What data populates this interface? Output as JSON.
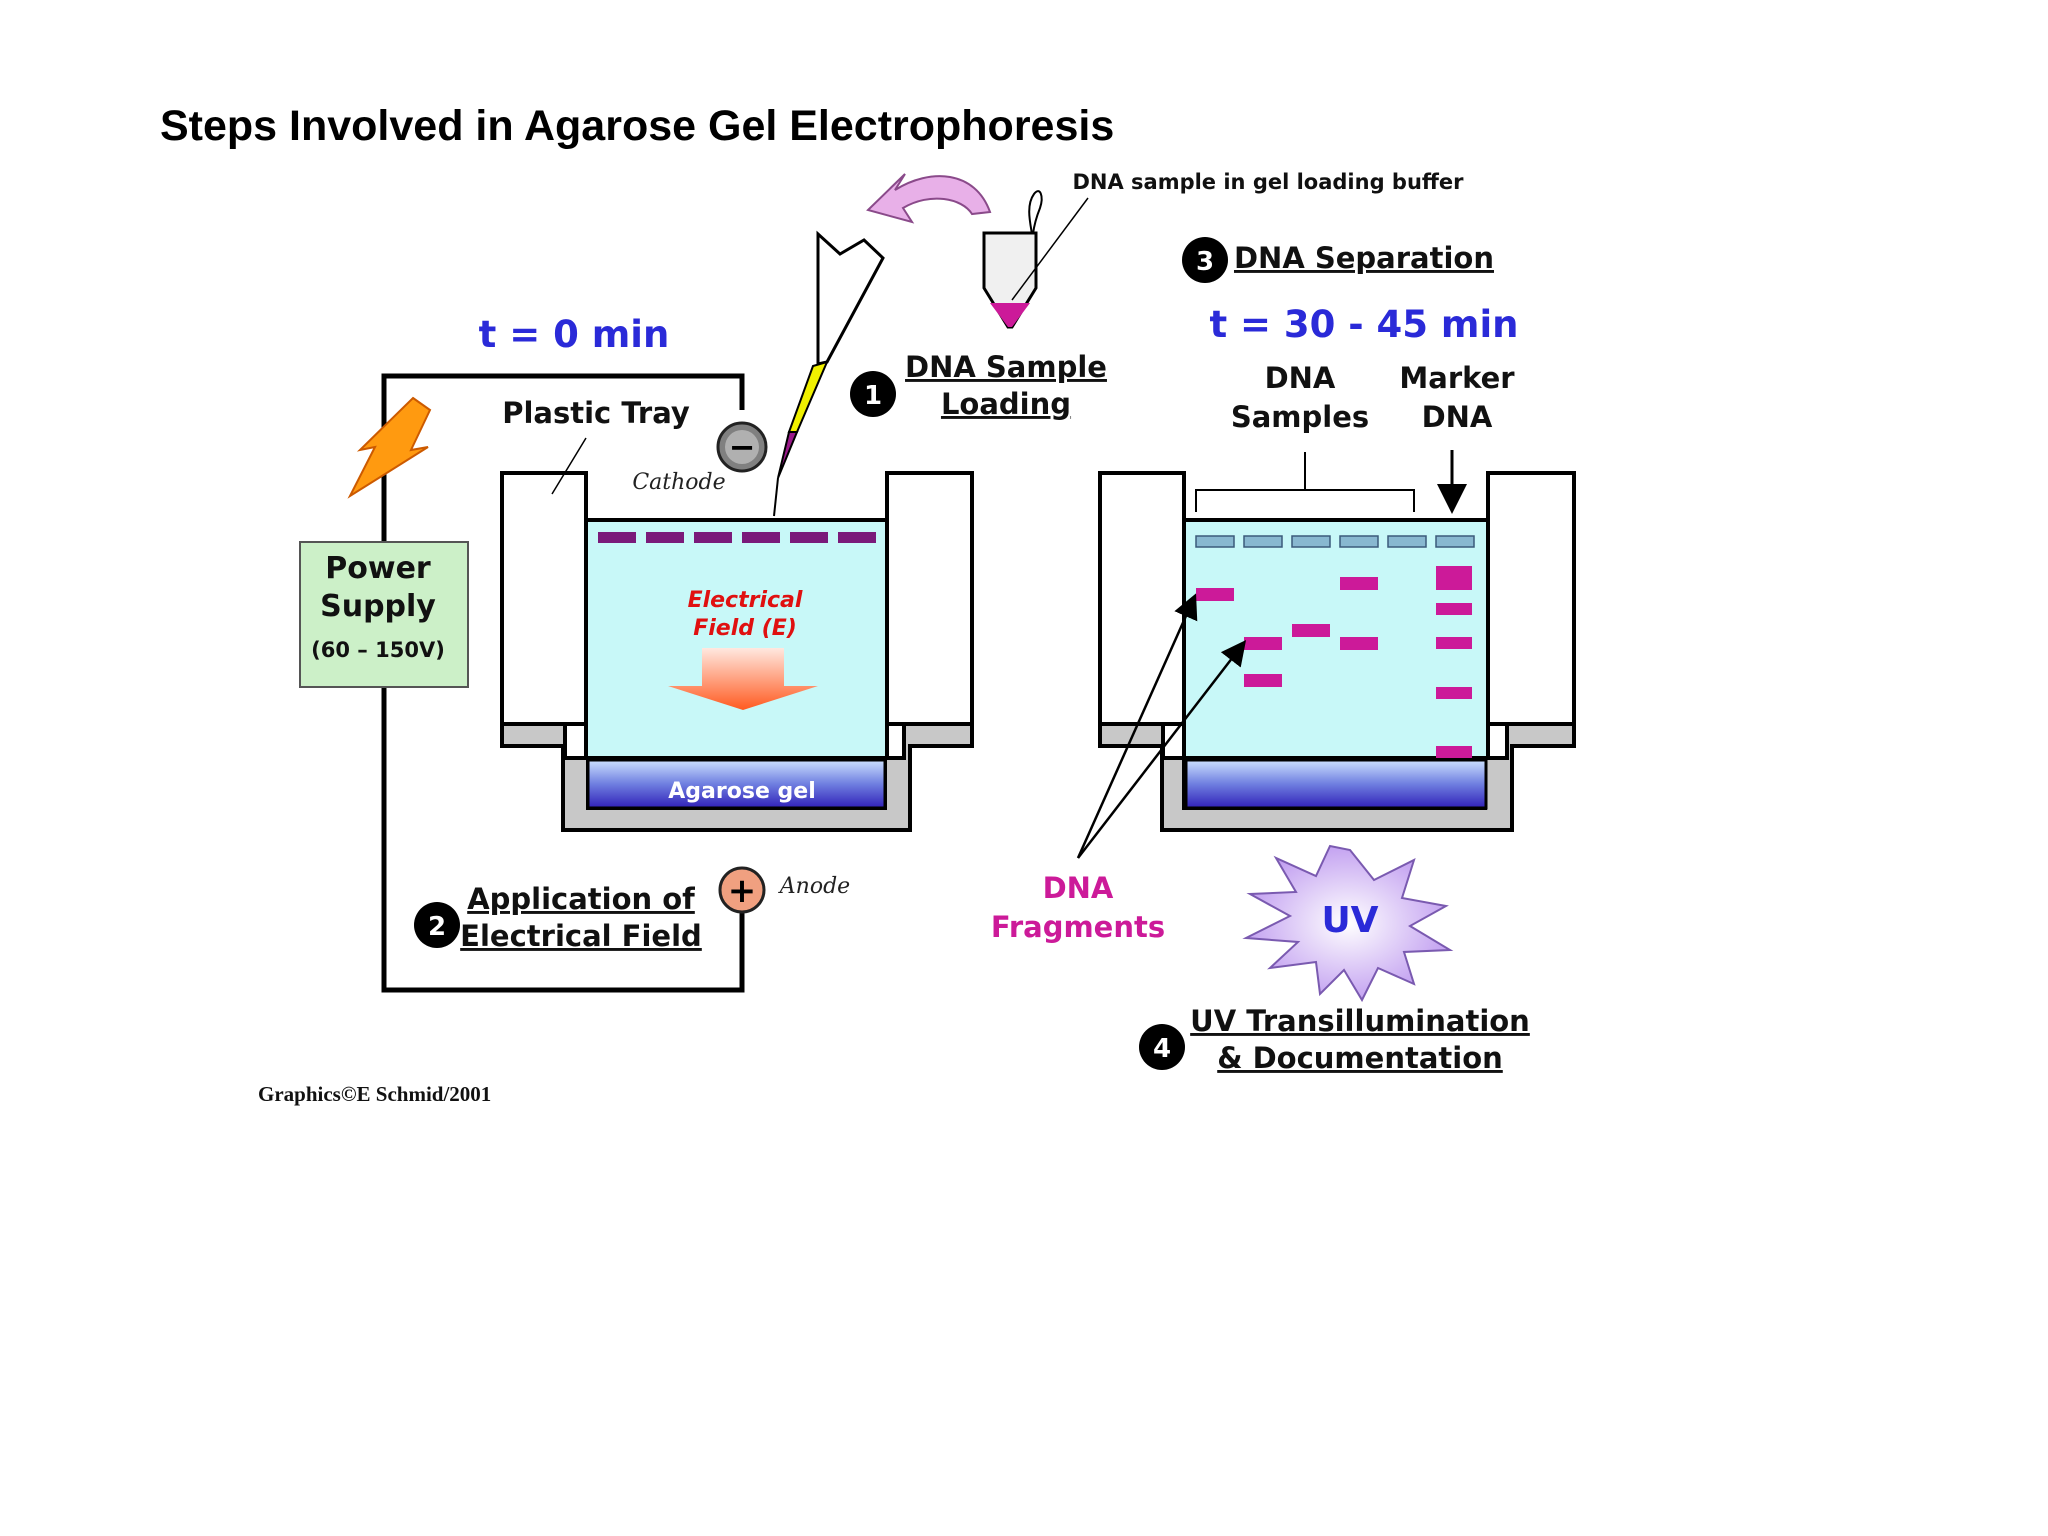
{
  "title": "Steps Involved in Agarose Gel Electrophoresis",
  "labels": {
    "sample_buffer": "DNA sample in gel loading buffer",
    "t0": "t = 0 min",
    "plastic_tray": "Plastic Tray",
    "cathode": "Cathode",
    "anode": "Anode",
    "minus": "−",
    "plus": "+",
    "power_line1": "Power",
    "power_line2": "Supply",
    "power_voltage": "(60 – 150V)",
    "efield_line1": "Electrical",
    "efield_line2": "Field (E)",
    "agarose_gel": "Agarose gel",
    "t_sep": "t = 30 - 45 min",
    "dna_samples_line1": "DNA",
    "dna_samples_line2": "Samples",
    "marker_line1": "Marker",
    "marker_line2": "DNA",
    "fragments_line1": "DNA",
    "fragments_line2": "Fragments",
    "uv": "UV",
    "credit": "Graphics©E Schmid/2001"
  },
  "steps": [
    {
      "number": "1",
      "line1": "DNA Sample",
      "line2": "Loading"
    },
    {
      "number": "2",
      "line1": "Application of",
      "line2": "Electrical Field"
    },
    {
      "number": "3",
      "line1": "DNA Separation",
      "line2": ""
    },
    {
      "number": "4",
      "line1": "UV Transillumination",
      "line2": "& Documentation"
    }
  ],
  "colors": {
    "gel": "#c8f8f8",
    "band": "#cc1a99",
    "well_dark": "#7a1a7a",
    "well_light": "#88b8d0",
    "time_text": "#2a2ad8",
    "efield_text": "#e01010",
    "fragments_text": "#cc1a99",
    "power_box": "#ccf0c8",
    "tray_gray": "#c8c8c8",
    "uv_star": "#c8a8f0",
    "uv_text": "#2a2ad8"
  }
}
